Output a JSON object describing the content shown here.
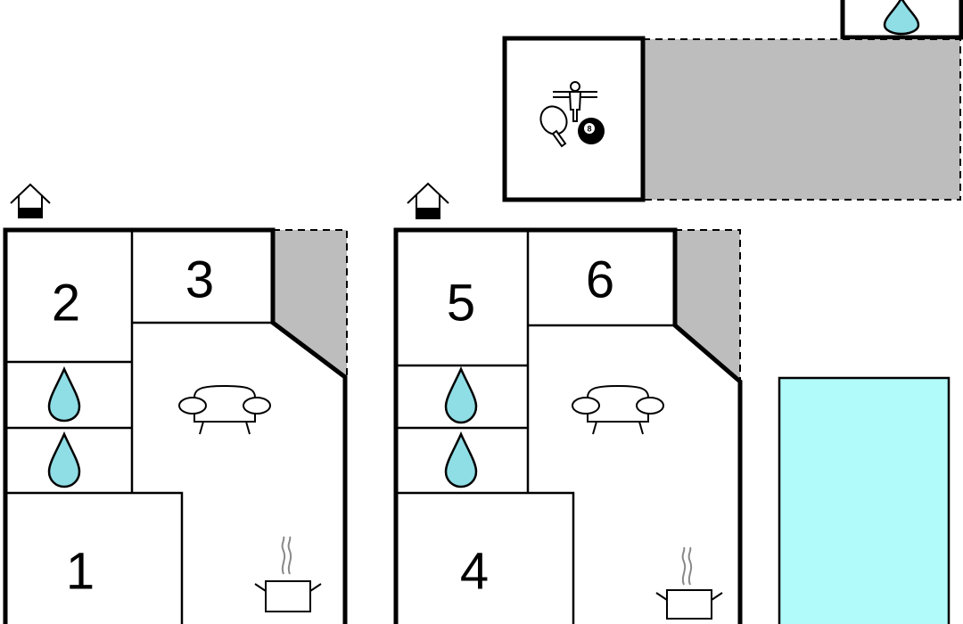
{
  "rooms": {
    "r1": "1",
    "r2": "2",
    "r3": "3",
    "r4": "4",
    "r5": "5",
    "r6": "6"
  },
  "icons": {
    "bathroom": "water-drop-icon",
    "living": "sofa-icon",
    "kitchen": "cooking-pot-icon",
    "entrance": "house-entrance-icon",
    "games": "table-football-icon",
    "pool": "swimming-pool"
  },
  "colors": {
    "terrace": "#bdbdbe",
    "water_drop": "#8fdde5",
    "pool": "#b2fbfb"
  },
  "billiard_ball": "8"
}
